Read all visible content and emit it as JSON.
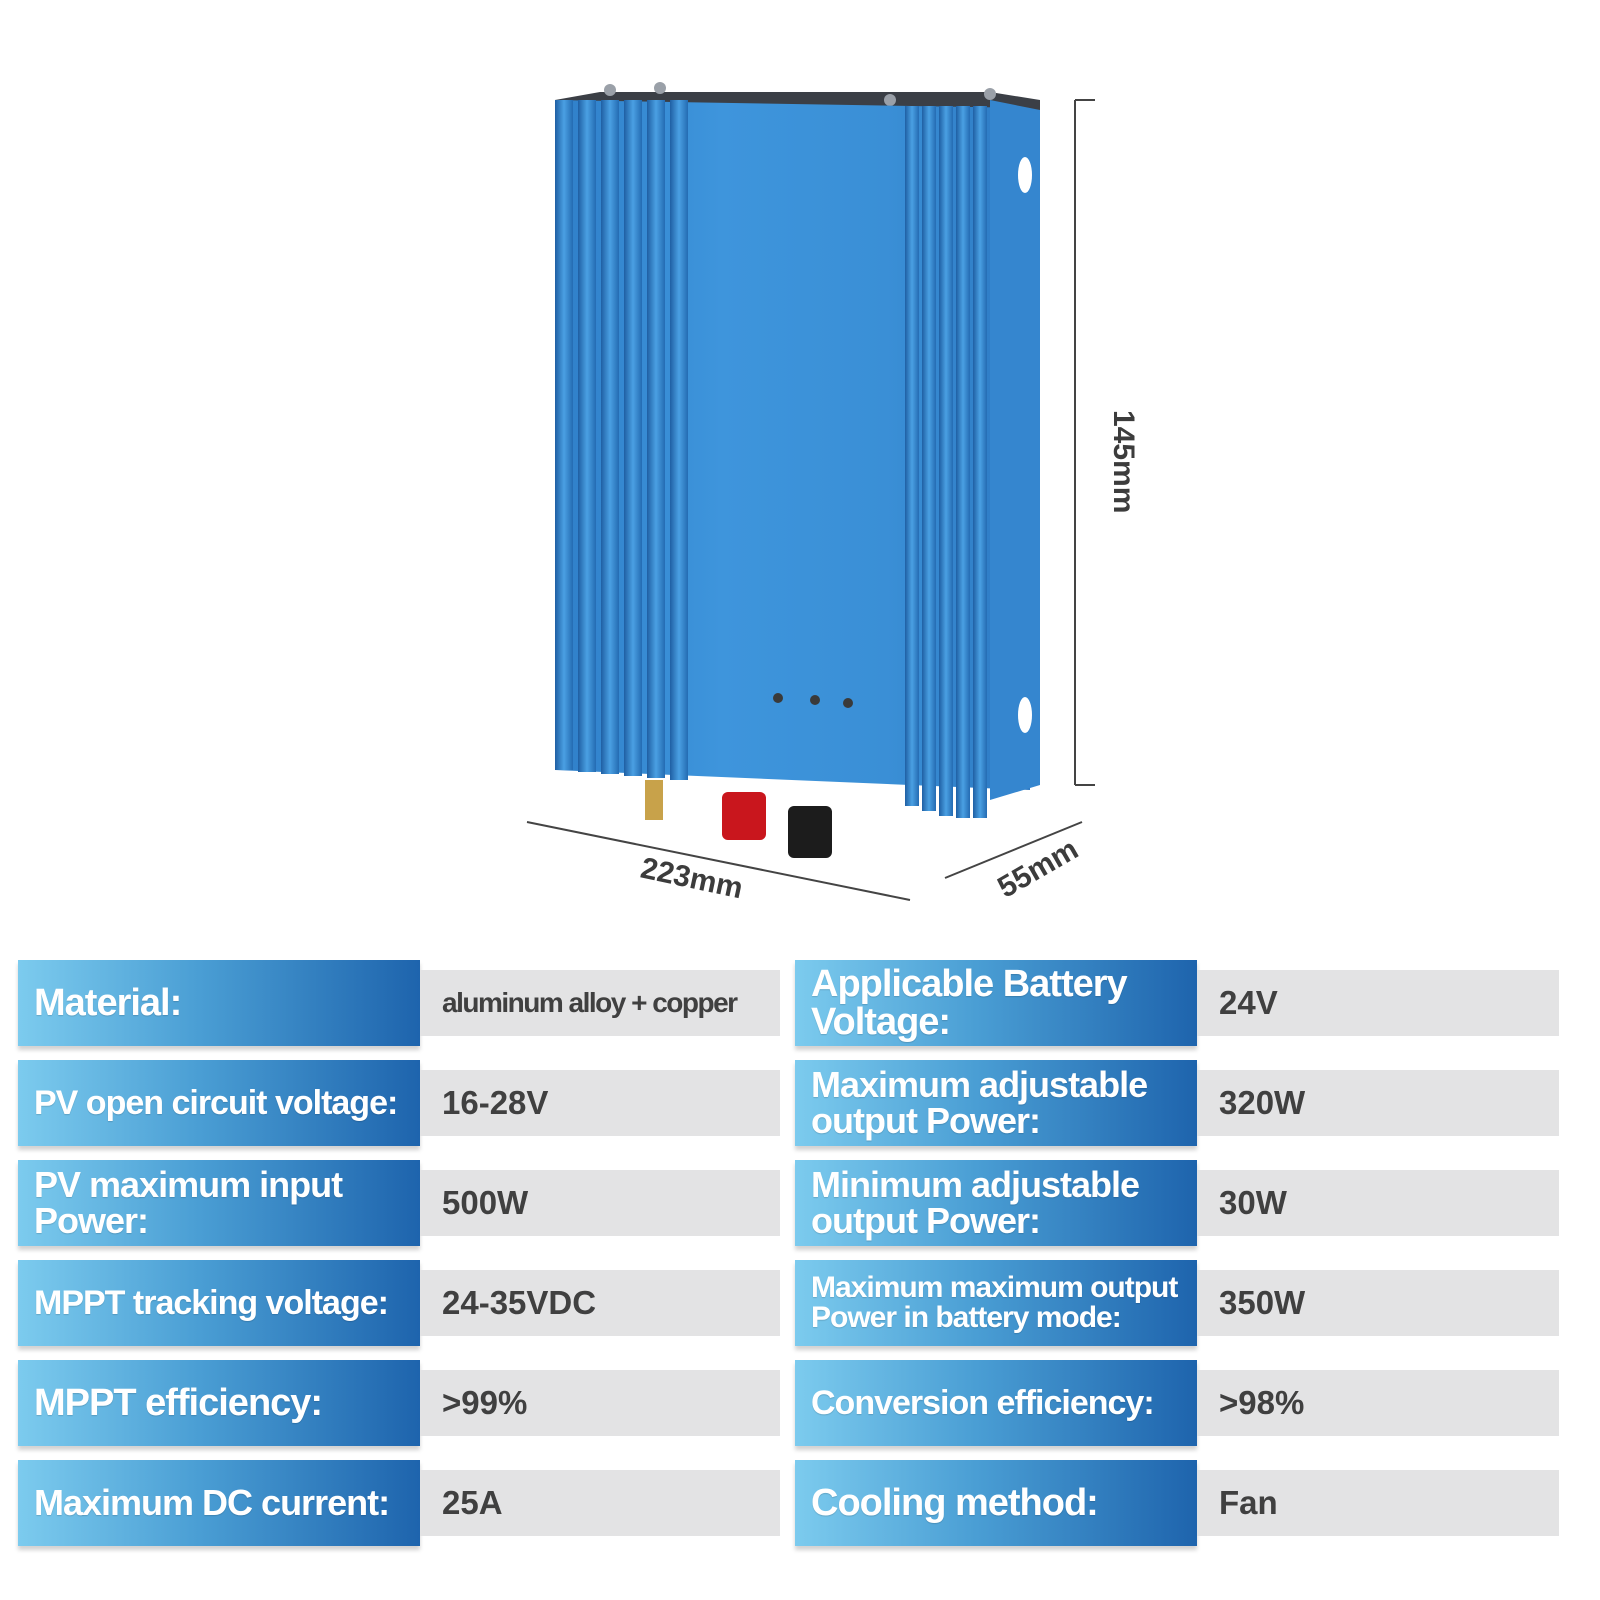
{
  "dimensions": {
    "height": "145mm",
    "width": "223mm",
    "depth": "55mm"
  },
  "colors": {
    "device_blue": "#3a8fd6",
    "label_gradient_start": "#7ccbee",
    "label_gradient_end": "#1e64ad",
    "value_background": "#e3e3e4"
  },
  "specs_left": [
    {
      "label": "Material:",
      "value": "aluminum alloy + copper"
    },
    {
      "label": "PV open circuit voltage:",
      "value": "16-28V"
    },
    {
      "label": "PV maximum input Power:",
      "value": "500W"
    },
    {
      "label": "MPPT tracking voltage:",
      "value": "24-35VDC"
    },
    {
      "label": "MPPT efficiency:",
      "value": ">99%"
    },
    {
      "label": "Maximum DC current:",
      "value": "25A"
    }
  ],
  "specs_right": [
    {
      "label": "Applicable Battery Voltage:",
      "value": "24V"
    },
    {
      "label": "Maximum adjustable output Power:",
      "value": "320W"
    },
    {
      "label": "Minimum adjustable output Power:",
      "value": "30W"
    },
    {
      "label": "Maximum maximum output Power in battery mode:",
      "value": "350W"
    },
    {
      "label": "Conversion efficiency:",
      "value": ">98%"
    },
    {
      "label": "Cooling method:",
      "value": "Fan"
    }
  ]
}
